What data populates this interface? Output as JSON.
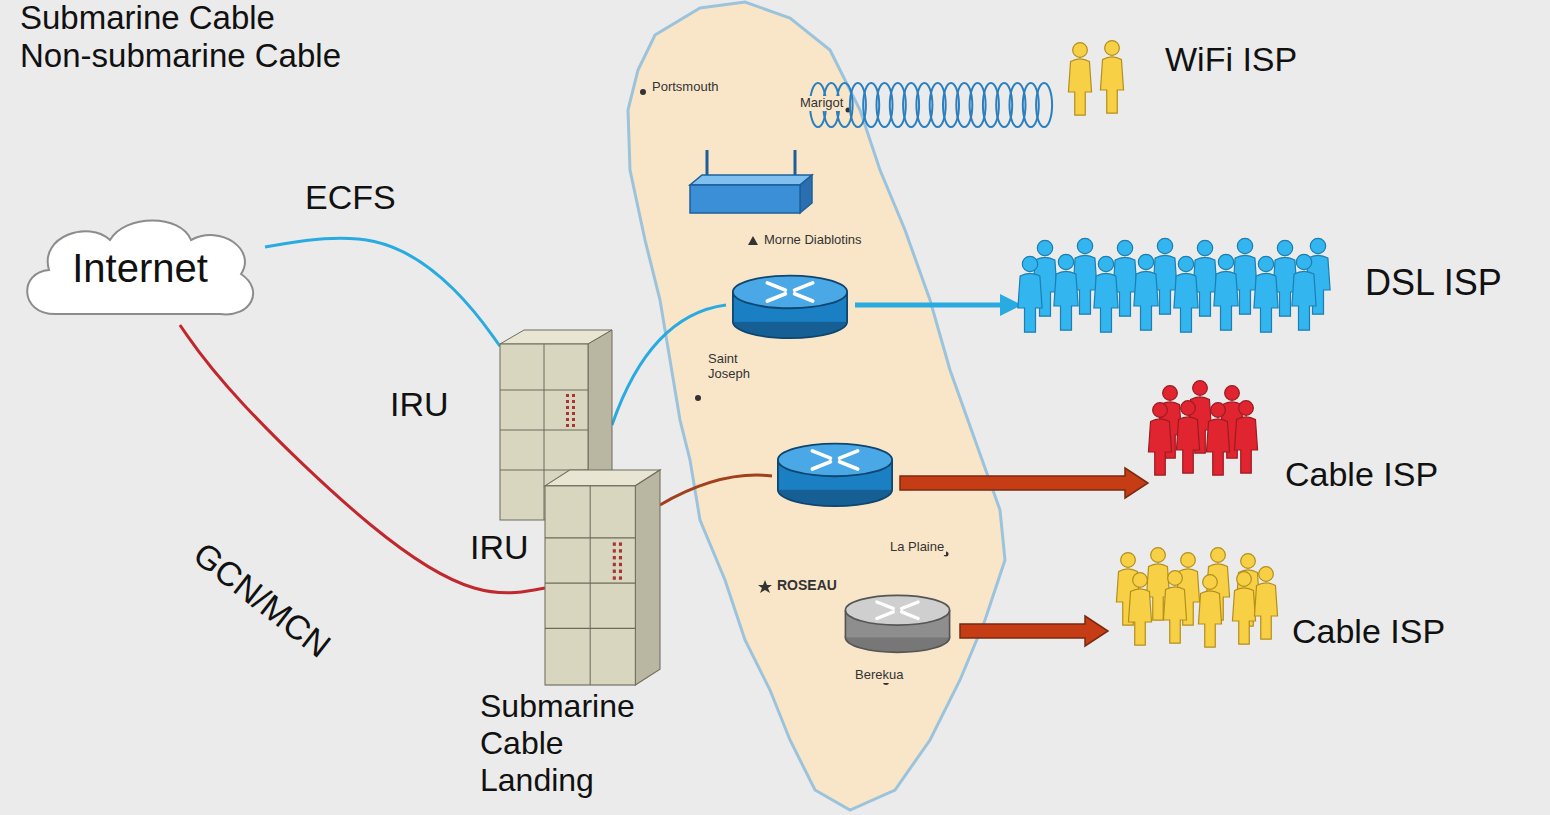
{
  "diagram": {
    "nodes": [
      {
        "text": [
          "WiFi ISP"
        ]
      },
      {
        "text": [
          "Internet"
        ]
      },
      {
        "text": [
          "IRU"
        ]
      },
      {
        "text": [
          "DSL ISP"
        ]
      },
      {
        "text": [
          "IRU",
          "Submarine Cable Landing"
        ]
      },
      {
        "text": [
          "Cable ISP"
        ]
      },
      {
        "text": [
          "Cable ISP"
        ]
      }
    ],
    "edges": [
      {
        "from": 1,
        "to": 2,
        "arrow": "none",
        "label": "ECFS"
      },
      {
        "from": 1,
        "to": 4,
        "arrow": "none",
        "label": "GCN/MCN"
      }
    ],
    "labels": [
      "Submarine Cable",
      "Non-submarine Cable",
      "Portsmouth",
      "Marigot",
      "Morne Diablotins",
      "Saint Joseph",
      "La Plaine",
      "ROSEAU",
      "Berekua"
    ]
  }
}
